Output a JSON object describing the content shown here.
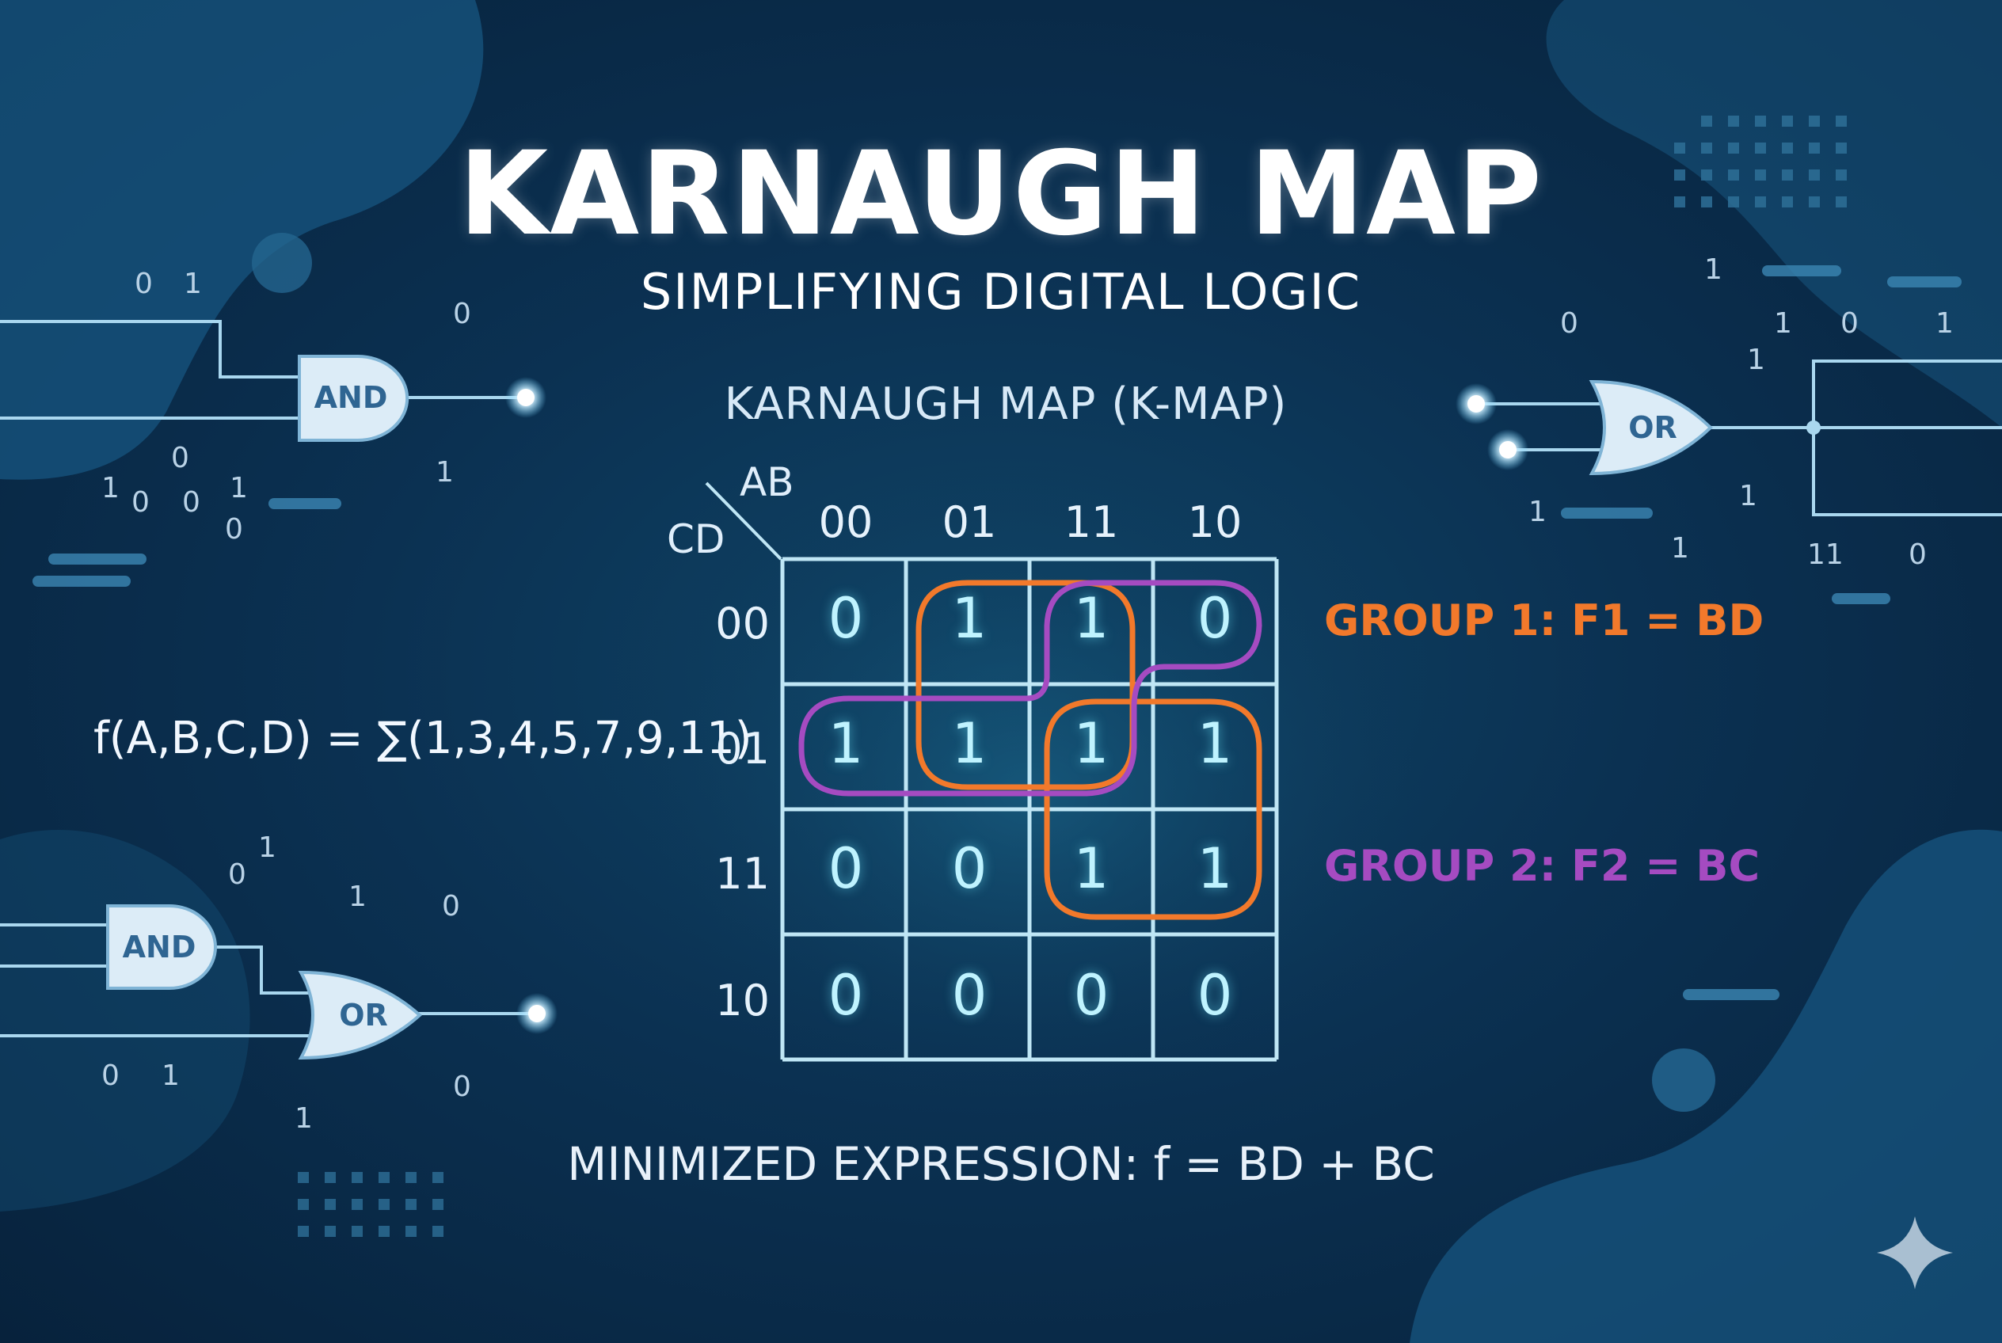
{
  "title": "KARNAUGH MAP",
  "subtitle": "SIMPLIFYING DIGITAL LOGIC",
  "kmap_title": "KARNAUGH MAP (K-MAP)",
  "formula": "f(A,B,C,D) = ∑(1,3,4,5,7,9,11)",
  "kmap": {
    "col_var": "AB",
    "row_var": "CD",
    "col_headers": [
      "00",
      "01",
      "11",
      "10"
    ],
    "row_headers": [
      "00",
      "01",
      "11",
      "10"
    ],
    "cells": [
      [
        "0",
        "1",
        "1",
        "0"
      ],
      [
        "1",
        "1",
        "1",
        "1"
      ],
      [
        "0",
        "0",
        "1",
        "1"
      ],
      [
        "0",
        "0",
        "0",
        "0"
      ]
    ]
  },
  "groups": [
    {
      "label": "GROUP 1: F1 = BD",
      "color": "#f2792b"
    },
    {
      "label": "GROUP 2: F2 = BC",
      "color": "#a54bc1"
    }
  ],
  "minimized": "MINIMIZED EXPRESSION: f = BD + BC",
  "gates": {
    "top_left": "AND",
    "bottom_left_and": "AND",
    "bottom_left_or": "OR",
    "top_right": "OR"
  },
  "decor_bits": [
    "0",
    "1",
    "0",
    "0",
    "1",
    "0",
    "0",
    "1",
    "0",
    "1",
    "0",
    "1",
    "0",
    "1",
    "0",
    "1",
    "0",
    "0",
    "1",
    "1",
    "0",
    "1",
    "1",
    "1",
    "1",
    "11",
    "1",
    "0",
    "1"
  ],
  "colors": {
    "background": "#0b3152",
    "grid_line": "#bfe6f5",
    "cell_text": "#bff3ff",
    "group1": "#f2792b",
    "group2": "#a54bc1",
    "gate_fill": "#dcecf7"
  }
}
